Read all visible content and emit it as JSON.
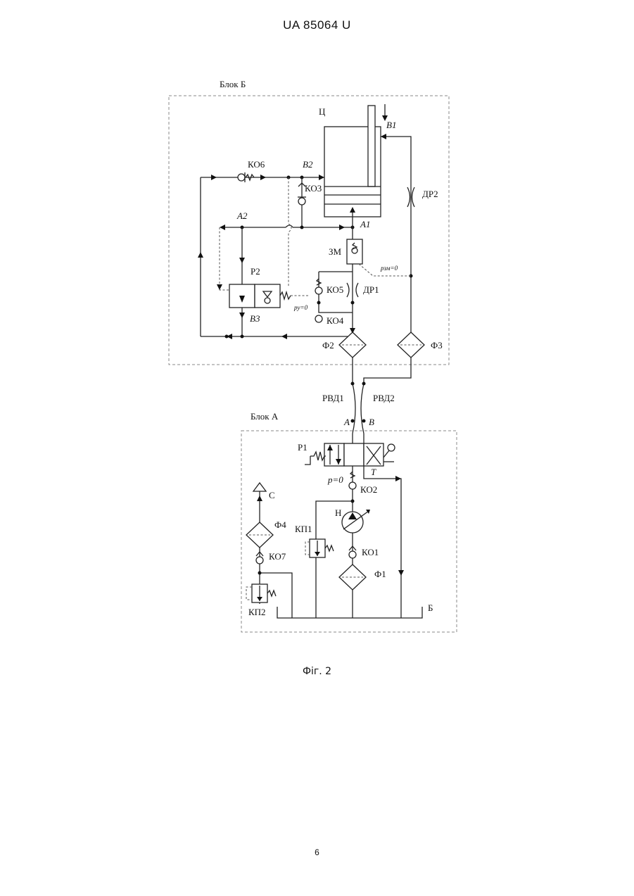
{
  "header": {
    "text": "UA   85064   U"
  },
  "figure": {
    "caption": "Фіг. 2",
    "blocks": {
      "block_b": "Блок Б",
      "block_a": "Блок А"
    },
    "labels": {
      "c": "Ц",
      "b1": "B1",
      "b2": "B2",
      "b3": "B3",
      "a1": "A1",
      "a2": "A2",
      "a": "A",
      "b": "B",
      "t": "T",
      "ko1": "КО1",
      "ko2": "КО2",
      "ko3": "КО3",
      "ko4": "КО4",
      "ko5": "КО5",
      "ko6": "КО6",
      "ko7": "КО7",
      "dr1": "ДР1",
      "dr2": "ДР2",
      "zm": "ЗМ",
      "r1": "P1",
      "r2": "P2",
      "f1": "Ф1",
      "f2": "Ф2",
      "f3": "Ф3",
      "f4": "Ф4",
      "rvd1": "РВД1",
      "rvd2": "РВД2",
      "n": "Н",
      "kp1": "КП1",
      "kp2": "КП2",
      "s": "С",
      "tank": "Б",
      "p_zero": "p=0",
      "pzm_zero": "pзм=0",
      "py_zero": "py=0"
    }
  },
  "page_number": "6"
}
